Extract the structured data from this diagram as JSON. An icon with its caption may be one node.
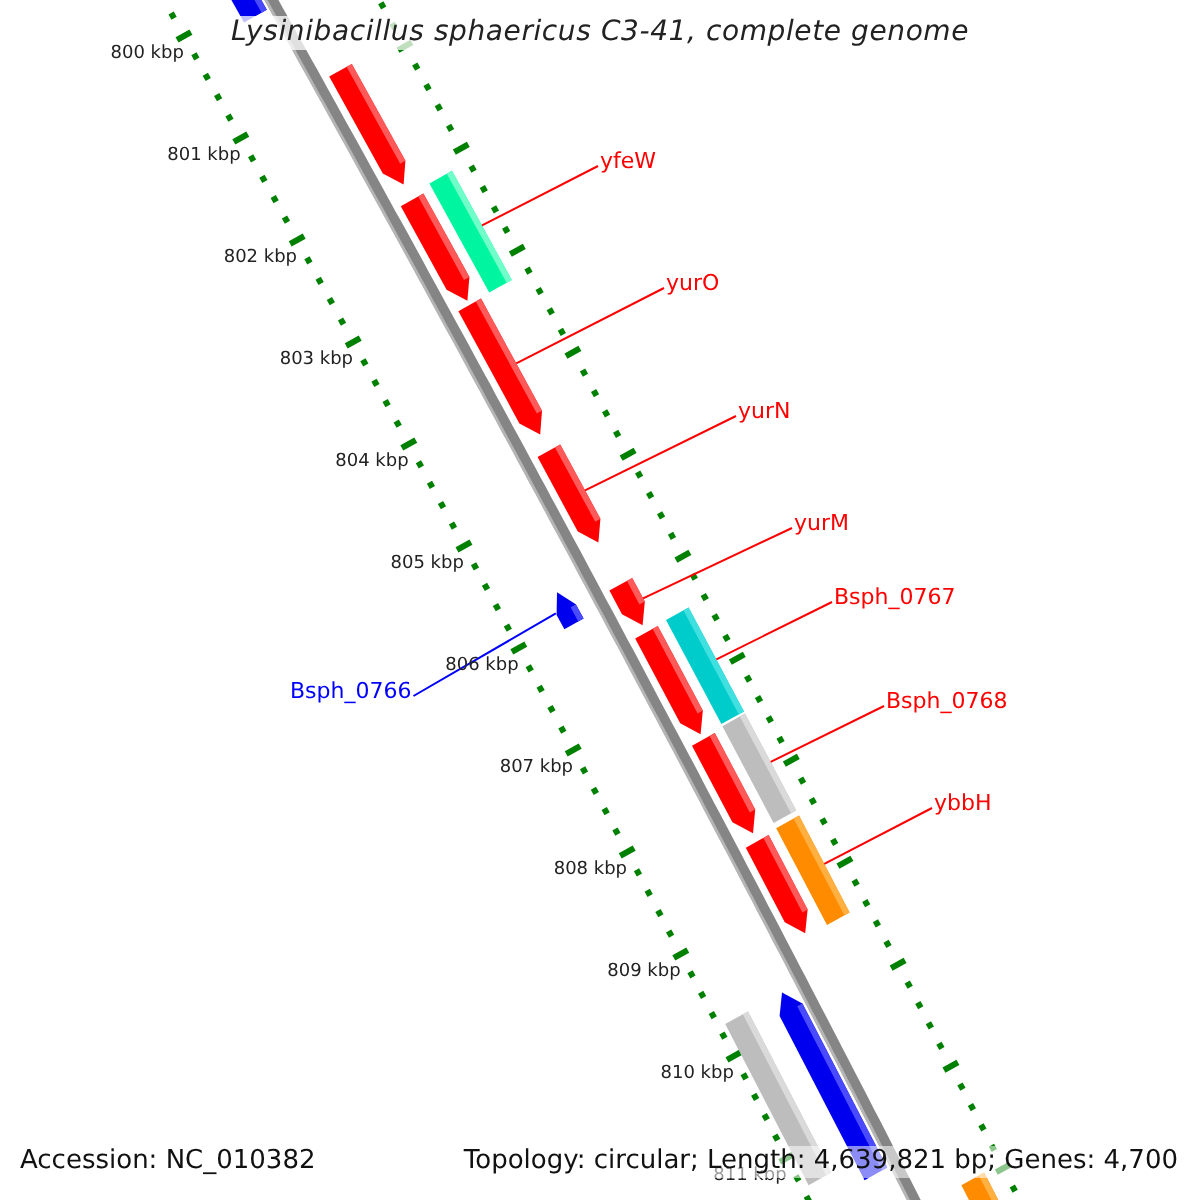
{
  "diagram": {
    "title": "Lysinibacillus sphaericus C3-41, complete genome",
    "nodes": [
      {
        "text": [
          "yfeW"
        ]
      },
      {
        "text": [
          "yurO"
        ]
      },
      {
        "text": [
          "yurN"
        ]
      },
      {
        "text": [
          "yurM"
        ]
      },
      {
        "text": [
          "Bsph_0767"
        ]
      },
      {
        "text": [
          "Bsph_0766"
        ]
      },
      {
        "text": [
          "Bsph_0768"
        ]
      },
      {
        "text": [
          "ybbH"
        ]
      },
      {
        "text": [],
        "shape": "arrow"
      },
      {
        "text": [],
        "shape": "arrow"
      },
      {
        "text": [],
        "shape": "bar"
      },
      {
        "text": [],
        "shape": "arrow"
      },
      {
        "text": [],
        "shape": "arrow"
      },
      {
        "text": [],
        "shape": "arrow"
      },
      {
        "text": [],
        "shape": "arrow"
      },
      {
        "text": [],
        "shape": "arrow"
      },
      {
        "text": [],
        "shape": "bar"
      },
      {
        "text": [],
        "shape": "arrow"
      },
      {
        "text": [],
        "shape": "bar"
      },
      {
        "text": [],
        "shape": "arrow"
      },
      {
        "text": [],
        "shape": "bar"
      },
      {
        "text": [],
        "shape": "arrow"
      },
      {
        "text": [],
        "shape": "bar"
      },
      {
        "text": [],
        "shape": "arrow"
      },
      {
        "text": [],
        "shape": "bar"
      }
    ],
    "edges": [
      {
        "from": 0,
        "to": 10,
        "arrow": "none"
      },
      {
        "from": 1,
        "to": 12,
        "arrow": "none"
      },
      {
        "from": 2,
        "to": 13,
        "arrow": "none"
      },
      {
        "from": 3,
        "to": 15,
        "arrow": "none"
      },
      {
        "from": 4,
        "to": 16,
        "arrow": "none"
      },
      {
        "from": 5,
        "to": 14,
        "arrow": "none",
        "color": "#0000ff"
      },
      {
        "from": 6,
        "to": 18,
        "arrow": "none"
      },
      {
        "from": 7,
        "to": 20,
        "arrow": "none"
      }
    ],
    "labels": [
      "800 kbp",
      "801 kbp",
      "802 kbp",
      "803 kbp",
      "804 kbp",
      "805 kbp",
      "806 kbp",
      "807 kbp",
      "808 kbp",
      "809 kbp",
      "810 kbp",
      "811 kbp",
      "Accession: NC_010382",
      "Topology: circular; Length: 4,639,821 bp; Genes: 4,700"
    ]
  }
}
